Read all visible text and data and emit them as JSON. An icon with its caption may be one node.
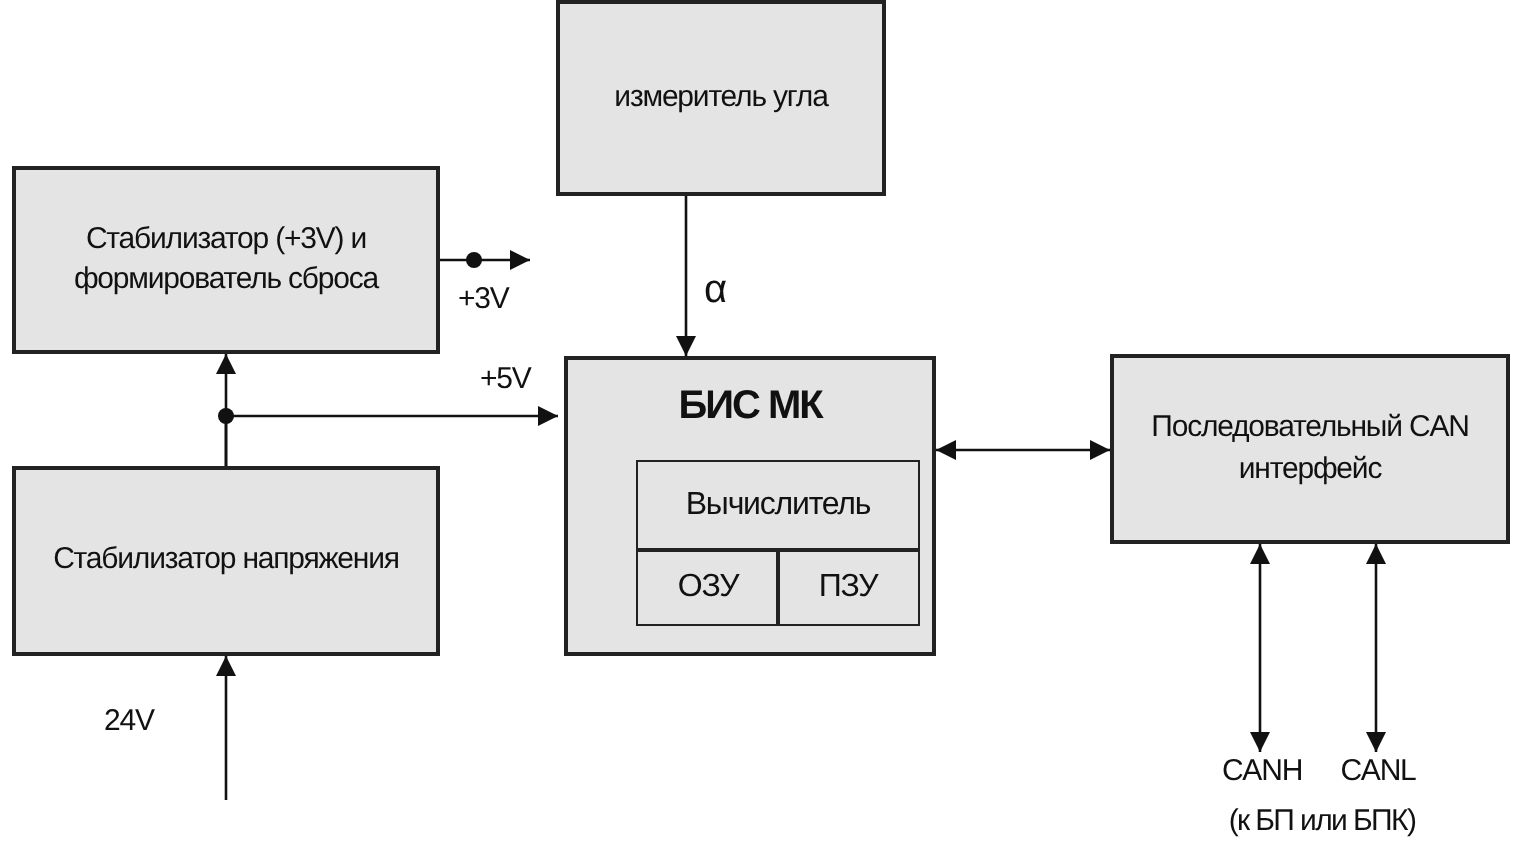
{
  "diagram": {
    "nodes": [
      {
        "text": [
          "измеритель угла"
        ]
      },
      {
        "text": [
          "Стабилизатор (+3V) и формирователь сброса"
        ]
      },
      {
        "text": [
          "Стабилизатор напряжения"
        ]
      },
      {
        "text": [
          "БИС МК"
        ]
      },
      {
        "text": [
          "Вычислитель"
        ],
        "in": 3
      },
      {
        "text": [
          "ОЗУ"
        ],
        "in": 3
      },
      {
        "text": [
          "ПЗУ"
        ],
        "in": 3
      },
      {
        "text": [
          "Последовательный CAN интерфейс"
        ]
      },
      {
        "text": [
          "CANH"
        ]
      },
      {
        "text": [
          "CANL"
        ]
      }
    ],
    "edges": [
      {
        "from": 0,
        "to": 3,
        "arrow": "to",
        "label": "α"
      },
      {
        "from": 2,
        "to": 1,
        "arrow": "to"
      },
      {
        "from": 2,
        "to": 3,
        "arrow": "to",
        "label": "+5V"
      },
      {
        "from": 1,
        "to": null,
        "arrow": "to",
        "label": "+3V"
      },
      {
        "from": null,
        "to": 2,
        "arrow": "to",
        "label": "24V"
      },
      {
        "from": 3,
        "to": 7,
        "arrow": "both"
      },
      {
        "from": 7,
        "to": 8,
        "arrow": "both"
      },
      {
        "from": 7,
        "to": 9,
        "arrow": "both"
      }
    ],
    "labels": [
      "(к БП или БПК)"
    ]
  }
}
